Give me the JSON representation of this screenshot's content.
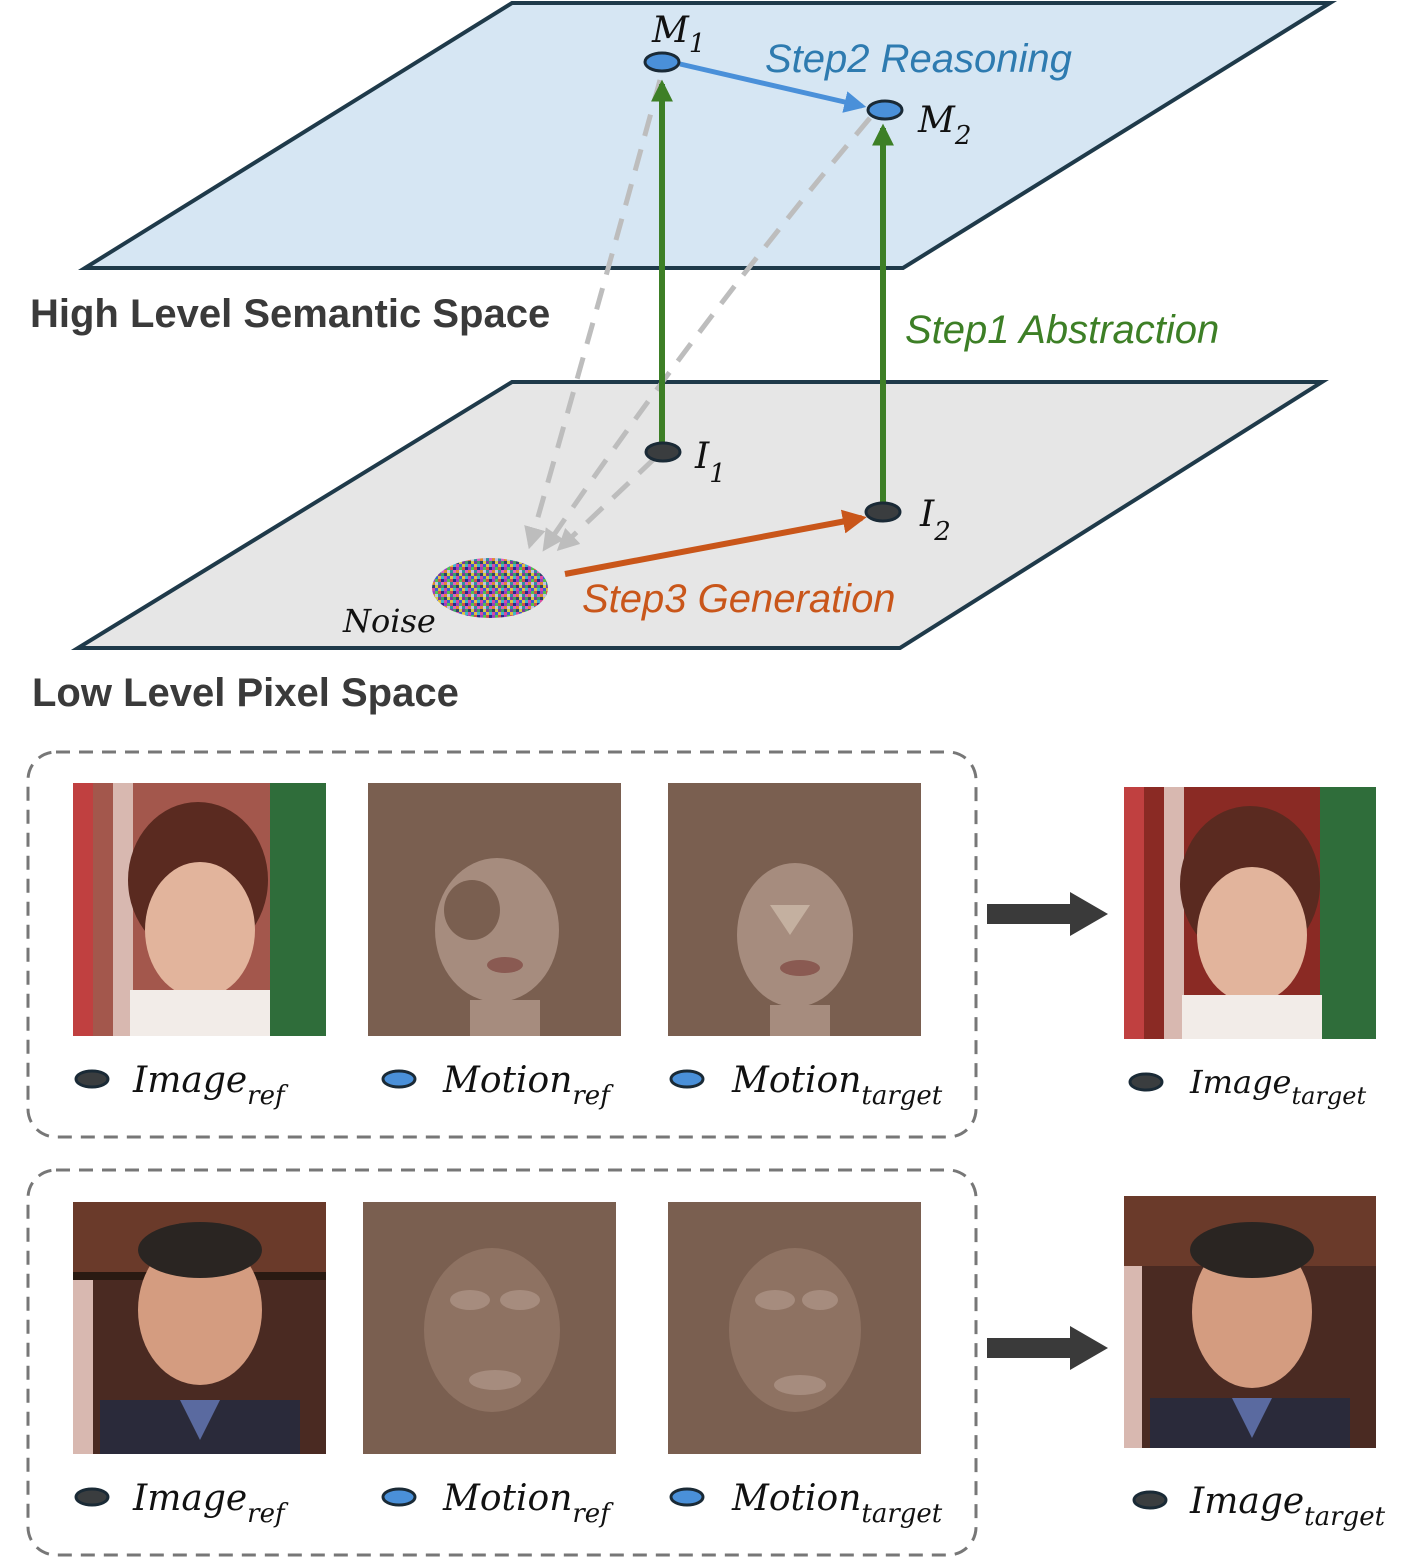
{
  "spaces": {
    "high": "High Level Semantic Space",
    "low": "Low Level Pixel Space"
  },
  "steps": {
    "step1": "Step1 Abstraction",
    "step2": "Step2 Reasoning",
    "step3": "Step3 Generation"
  },
  "points": {
    "m1": {
      "base": "M",
      "sub": "1"
    },
    "m2": {
      "base": "M",
      "sub": "2"
    },
    "i1": {
      "base": "I",
      "sub": "1"
    },
    "i2": {
      "base": "I",
      "sub": "2"
    },
    "noise": "Noise"
  },
  "examples": [
    {
      "image_ref": {
        "base": "Image",
        "sub": "ref"
      },
      "motion_ref": {
        "base": "Motion",
        "sub": "ref"
      },
      "motion_target": {
        "base": "Motion",
        "sub": "target"
      },
      "image_target": {
        "base": "Image",
        "sub": "target"
      }
    },
    {
      "image_ref": {
        "base": "Image",
        "sub": "ref"
      },
      "motion_ref": {
        "base": "Motion",
        "sub": "ref"
      },
      "motion_target": {
        "base": "Motion",
        "sub": "target"
      },
      "image_target": {
        "base": "Image",
        "sub": "target"
      }
    }
  ],
  "colors": {
    "semantic_plane": "#d6e6f3",
    "pixel_plane": "#e6e6e6",
    "plane_border": "#1f3a4a",
    "abstraction": "#3d7f26",
    "reasoning": "#4a90d9",
    "reasoning_text": "#2e7bb0",
    "generation": "#c9561a",
    "dashed": "#bdbdbd",
    "semantic_dot": "#4a90d9",
    "pixel_dot": "#3a3d3f",
    "motion_bg": "#7a5f50",
    "big_arrow": "#3a3a3a"
  }
}
